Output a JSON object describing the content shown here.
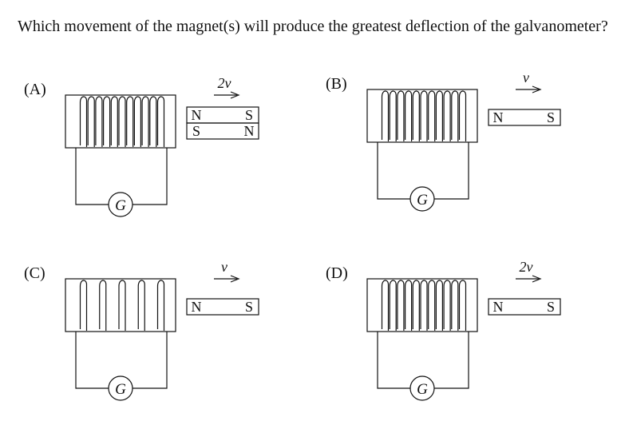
{
  "question": "Which movement of the magnet(s) will produce the greatest deflection of the galvanometer?",
  "options": [
    {
      "label": "(A)",
      "turns": 11,
      "speed": "2v",
      "magnets": [
        {
          "left": "N",
          "right": "S"
        },
        {
          "left": "S",
          "right": "N"
        }
      ]
    },
    {
      "label": "(B)",
      "turns": 11,
      "speed": "v",
      "magnets": [
        {
          "left": "N",
          "right": "S"
        }
      ]
    },
    {
      "label": "(C)",
      "turns": 5,
      "speed": "v",
      "magnets": [
        {
          "left": "N",
          "right": "S"
        }
      ]
    },
    {
      "label": "(D)",
      "turns": 11,
      "speed": "2v",
      "magnets": [
        {
          "left": "N",
          "right": "S"
        }
      ]
    }
  ],
  "galvanometer_symbol": "G",
  "colors": {
    "ink": "#111111",
    "background": "#ffffff"
  }
}
